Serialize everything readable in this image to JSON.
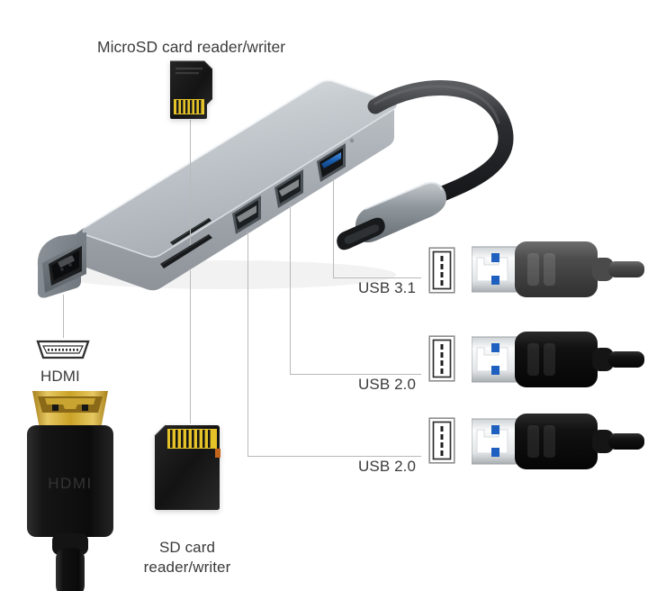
{
  "diagram": {
    "title": "USB-C multiport hub feature callout diagram",
    "background_color": "#ffffff",
    "leader_line_color": "#b9b9b9",
    "text_color": "#3a3a3a"
  },
  "labels": {
    "microsd": "MicroSD card reader/writer",
    "hdmi": "HDMI",
    "sd_line1": "SD card",
    "sd_line2": "reader/writer",
    "usb31": "USB 3.1",
    "usb20_a": "USB 2.0",
    "usb20_b": "USB 2.0"
  },
  "hub": {
    "name": "usb-c-multiport-hub",
    "body_color": "#b6bbc0",
    "body_highlight": "#dfe3e6",
    "body_shadow": "#8e949a",
    "bezel_color": "#6d7479",
    "ports": [
      {
        "id": "hdmi-port",
        "type": "HDMI",
        "color": "#2a2d30"
      },
      {
        "id": "microsd-slot",
        "type": "MicroSD",
        "color": "#1f2224"
      },
      {
        "id": "sd-slot",
        "type": "SD",
        "color": "#1f2224"
      },
      {
        "id": "usb-a-port-1",
        "type": "USB 2.0",
        "color": "#232629"
      },
      {
        "id": "usb-a-port-2",
        "type": "USB 2.0",
        "color": "#232629"
      },
      {
        "id": "usb-a-port-3",
        "type": "USB 3.1",
        "color": "#1b5fb0"
      }
    ],
    "led_indicator": true,
    "cable_color": "#2b2b2d",
    "usbc_housing_color": "#8a9095"
  },
  "accessories": {
    "hdmi_cable": {
      "name": "hdmi-cable",
      "connector_plating": "#c9a227",
      "body_color": "#141414",
      "embossed_text": "HDMI"
    },
    "microsd_card": {
      "name": "microsd-card",
      "body_color": "#1a1a1a",
      "contacts_color": "#e8c426"
    },
    "sd_card": {
      "name": "sd-card",
      "body_color": "#1a1a1a",
      "contacts_color": "#e8c426"
    },
    "usb_plugs": [
      {
        "name": "usb-plug-31",
        "body_color": "#4a4a4a",
        "contact_color": "#1f5fbf"
      },
      {
        "name": "usb-plug-20-a",
        "body_color": "#0f0f0f",
        "contact_color": "#1f5fbf"
      },
      {
        "name": "usb-plug-20-b",
        "body_color": "#0f0f0f",
        "contact_color": "#1f5fbf"
      }
    ]
  },
  "glyphs": {
    "hdmi_port_icon": "hdmi-port-icon",
    "usb_port_icon": "usb-port-icon"
  }
}
